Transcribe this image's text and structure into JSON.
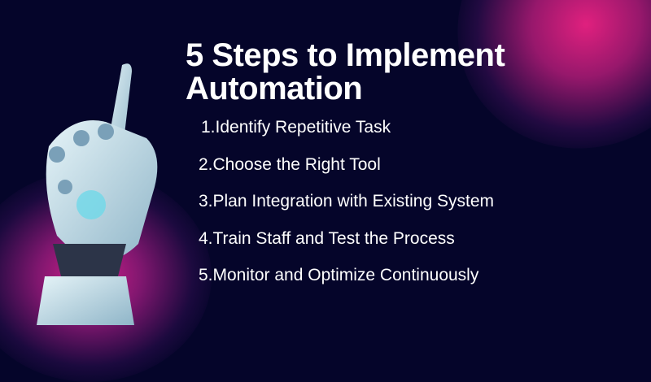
{
  "title": {
    "line1": "5 Steps to Implement",
    "line2": "Automation"
  },
  "steps": [
    "1.Identify Repetitive Task",
    "2.Choose the Right Tool",
    "3.Plan Integration with Existing System",
    "4.Train Staff and Test the Process",
    "5.Monitor and Optimize Continuously"
  ],
  "colors": {
    "background": "#05052a",
    "glow": "#e0207e",
    "text": "#ffffff"
  }
}
